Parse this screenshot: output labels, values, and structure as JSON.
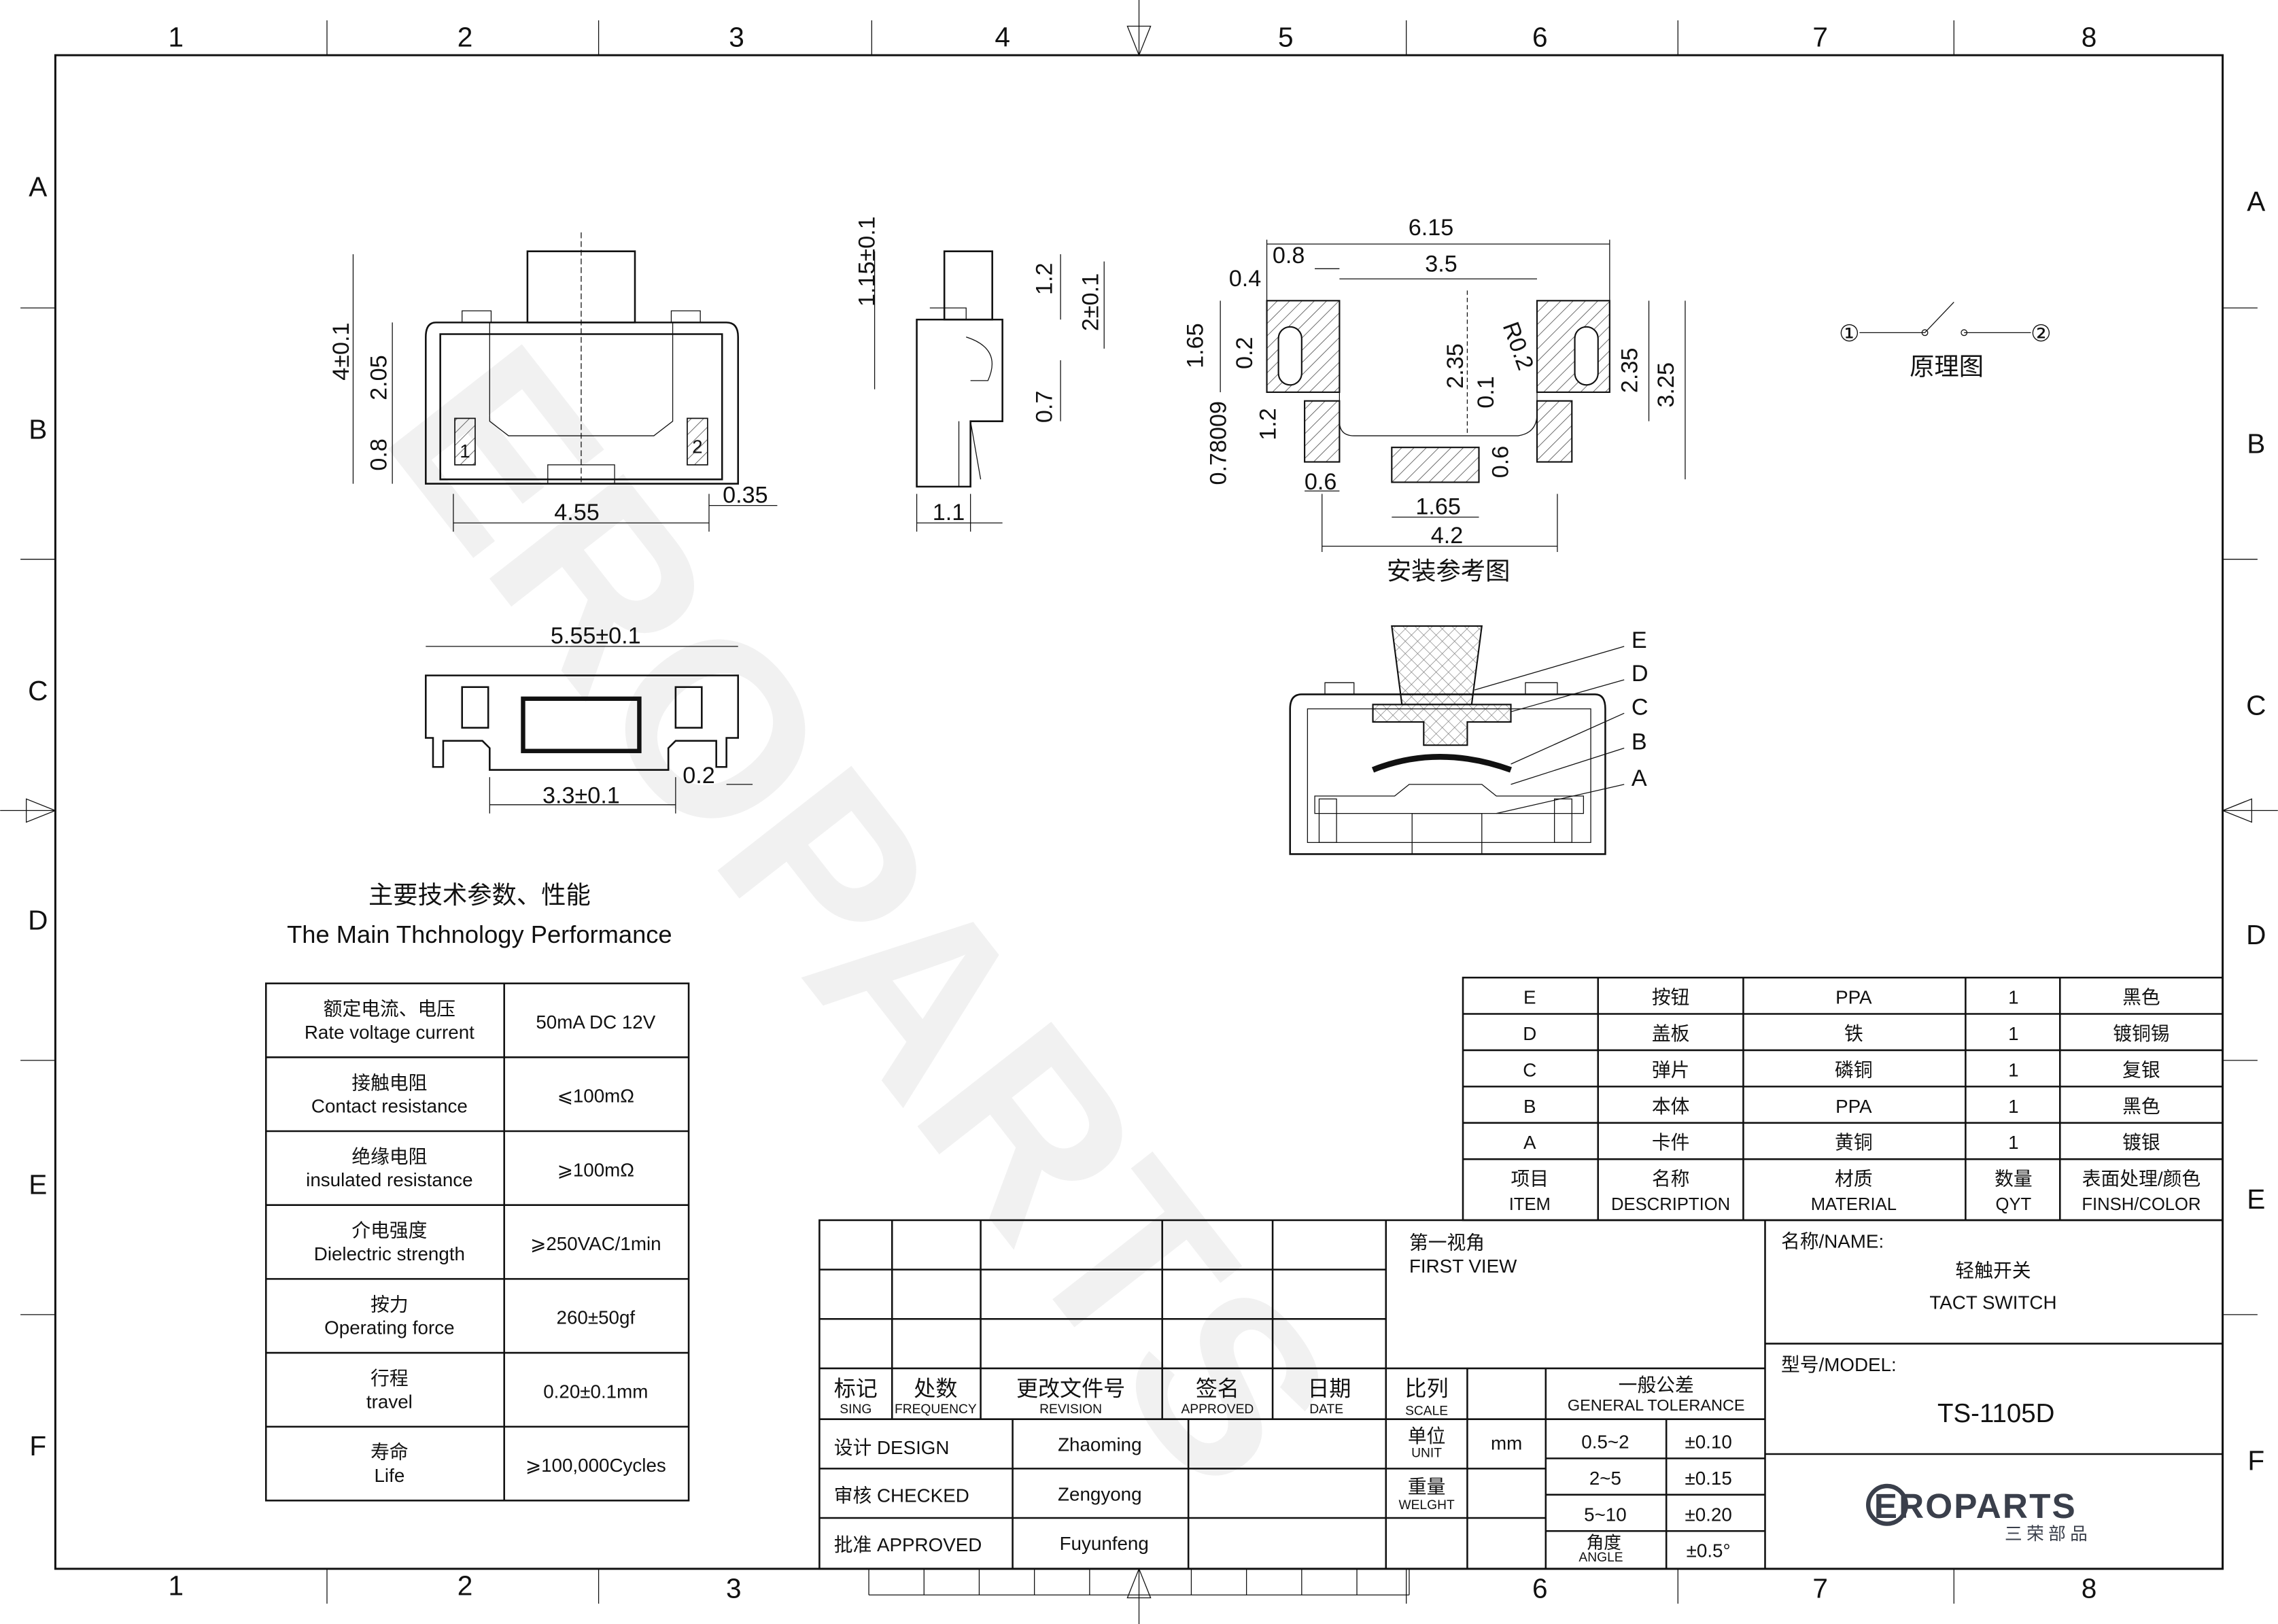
{
  "border": {
    "columns": [
      "1",
      "2",
      "3",
      "4",
      "5",
      "6",
      "7",
      "8"
    ],
    "rows": [
      "A",
      "B",
      "C",
      "D",
      "E",
      "F"
    ]
  },
  "watermark": "EROPARTS",
  "front_view": {
    "dims": [
      "4±0.1",
      "2.05",
      "0.8",
      "4.55",
      "0.35"
    ],
    "pins": [
      "1",
      "2"
    ]
  },
  "side_view": {
    "dims": [
      "1.15±0.1",
      "1.2",
      "2±0.1",
      "0.7",
      "1.1"
    ]
  },
  "footprint": {
    "dims": [
      "6.15",
      "0.8",
      "0.4",
      "3.5",
      "1.65",
      "0.2",
      "2.35",
      "R0.2",
      "0.1",
      "2.35",
      "3.25",
      "1.2",
      "0.78009",
      "0.6",
      "0.6",
      "1.65",
      "4.2"
    ],
    "caption": "安装参考图"
  },
  "schematic": {
    "pin1": "①",
    "pin2": "②",
    "caption": "原理图"
  },
  "bottom_view": {
    "dims": [
      "5.55±0.1",
      "3.3±0.1",
      "0.2"
    ]
  },
  "section_view": {
    "labels": [
      "E",
      "D",
      "C",
      "B",
      "A"
    ]
  },
  "specs": {
    "title_cn": "主要技术参数、性能",
    "title_en": "The Main Thchnology Performance",
    "rows": [
      {
        "cn": "额定电流、电压",
        "en": "Rate voltage current",
        "value": "50mA DC 12V"
      },
      {
        "cn": "接触电阻",
        "en": "Contact resistance",
        "value": "⩽100mΩ"
      },
      {
        "cn": "绝缘电阻",
        "en": "insulated resistance",
        "value": "⩾100mΩ"
      },
      {
        "cn": "介电强度",
        "en": "Dielectric strength",
        "value": "⩾250VAC/1min"
      },
      {
        "cn": "按力",
        "en": "Operating force",
        "value": "260±50gf"
      },
      {
        "cn": "行程",
        "en": "travel",
        "value": "0.20±0.1mm"
      },
      {
        "cn": "寿命",
        "en": "Life",
        "value": "⩾100,000Cycles"
      }
    ]
  },
  "bom": {
    "rows": [
      [
        "E",
        "按钮",
        "PPA",
        "1",
        "黑色"
      ],
      [
        "D",
        "盖板",
        "铁",
        "1",
        "镀铜锡"
      ],
      [
        "C",
        "弹片",
        "磷铜",
        "1",
        "复银"
      ],
      [
        "B",
        "本体",
        "PPA",
        "1",
        "黑色"
      ],
      [
        "A",
        "卡件",
        "黄铜",
        "1",
        "镀银"
      ]
    ],
    "header_cn": [
      "项目",
      "名称",
      "材质",
      "数量",
      "表面处理/颜色"
    ],
    "header_en": [
      "ITEM",
      "DESCRIPTION",
      "MATERIAL",
      "QYT",
      "FINSH/COLOR"
    ]
  },
  "title_block": {
    "rev_headers_cn": [
      "标记",
      "处数",
      "更改文件号",
      "签名",
      "日期"
    ],
    "rev_headers_en": [
      "SING",
      "FREQUENCY",
      "REVISION",
      "APPROVED",
      "DATE"
    ],
    "first_view_cn": "第一视角",
    "first_view_en": "FIRST VIEW",
    "scale_cn": "比列",
    "scale_en": "SCALE",
    "tolerance_cn": "一般公差",
    "tolerance_en": "GENERAL TOLERANCE",
    "unit_cn": "单位",
    "unit_en": "UNIT",
    "unit_value": "mm",
    "weight_cn": "重量",
    "weight_en": "WELGHT",
    "angle_cn": "角度",
    "angle_en": "ANGLE",
    "tolerances": [
      [
        "0.5~2",
        "±0.10"
      ],
      [
        "2~5",
        "±0.15"
      ],
      [
        "5~10",
        "±0.20"
      ],
      [
        "",
        "±0.5°"
      ]
    ],
    "design_label": "设计 DESIGN",
    "design_name": "Zhaoming",
    "checked_label": "审核 CHECKED",
    "checked_name": "Zengyong",
    "approved_label": "批准 APPROVED",
    "approved_name": "Fuyunfeng",
    "name_label": "名称/NAME:",
    "name_cn": "轻触开关",
    "name_en": "TACT  SWITCH",
    "model_label": "型号/MODEL:",
    "model": "TS-1105D",
    "logo_text": "EROPARTS",
    "logo_cn": "三荣部品"
  }
}
